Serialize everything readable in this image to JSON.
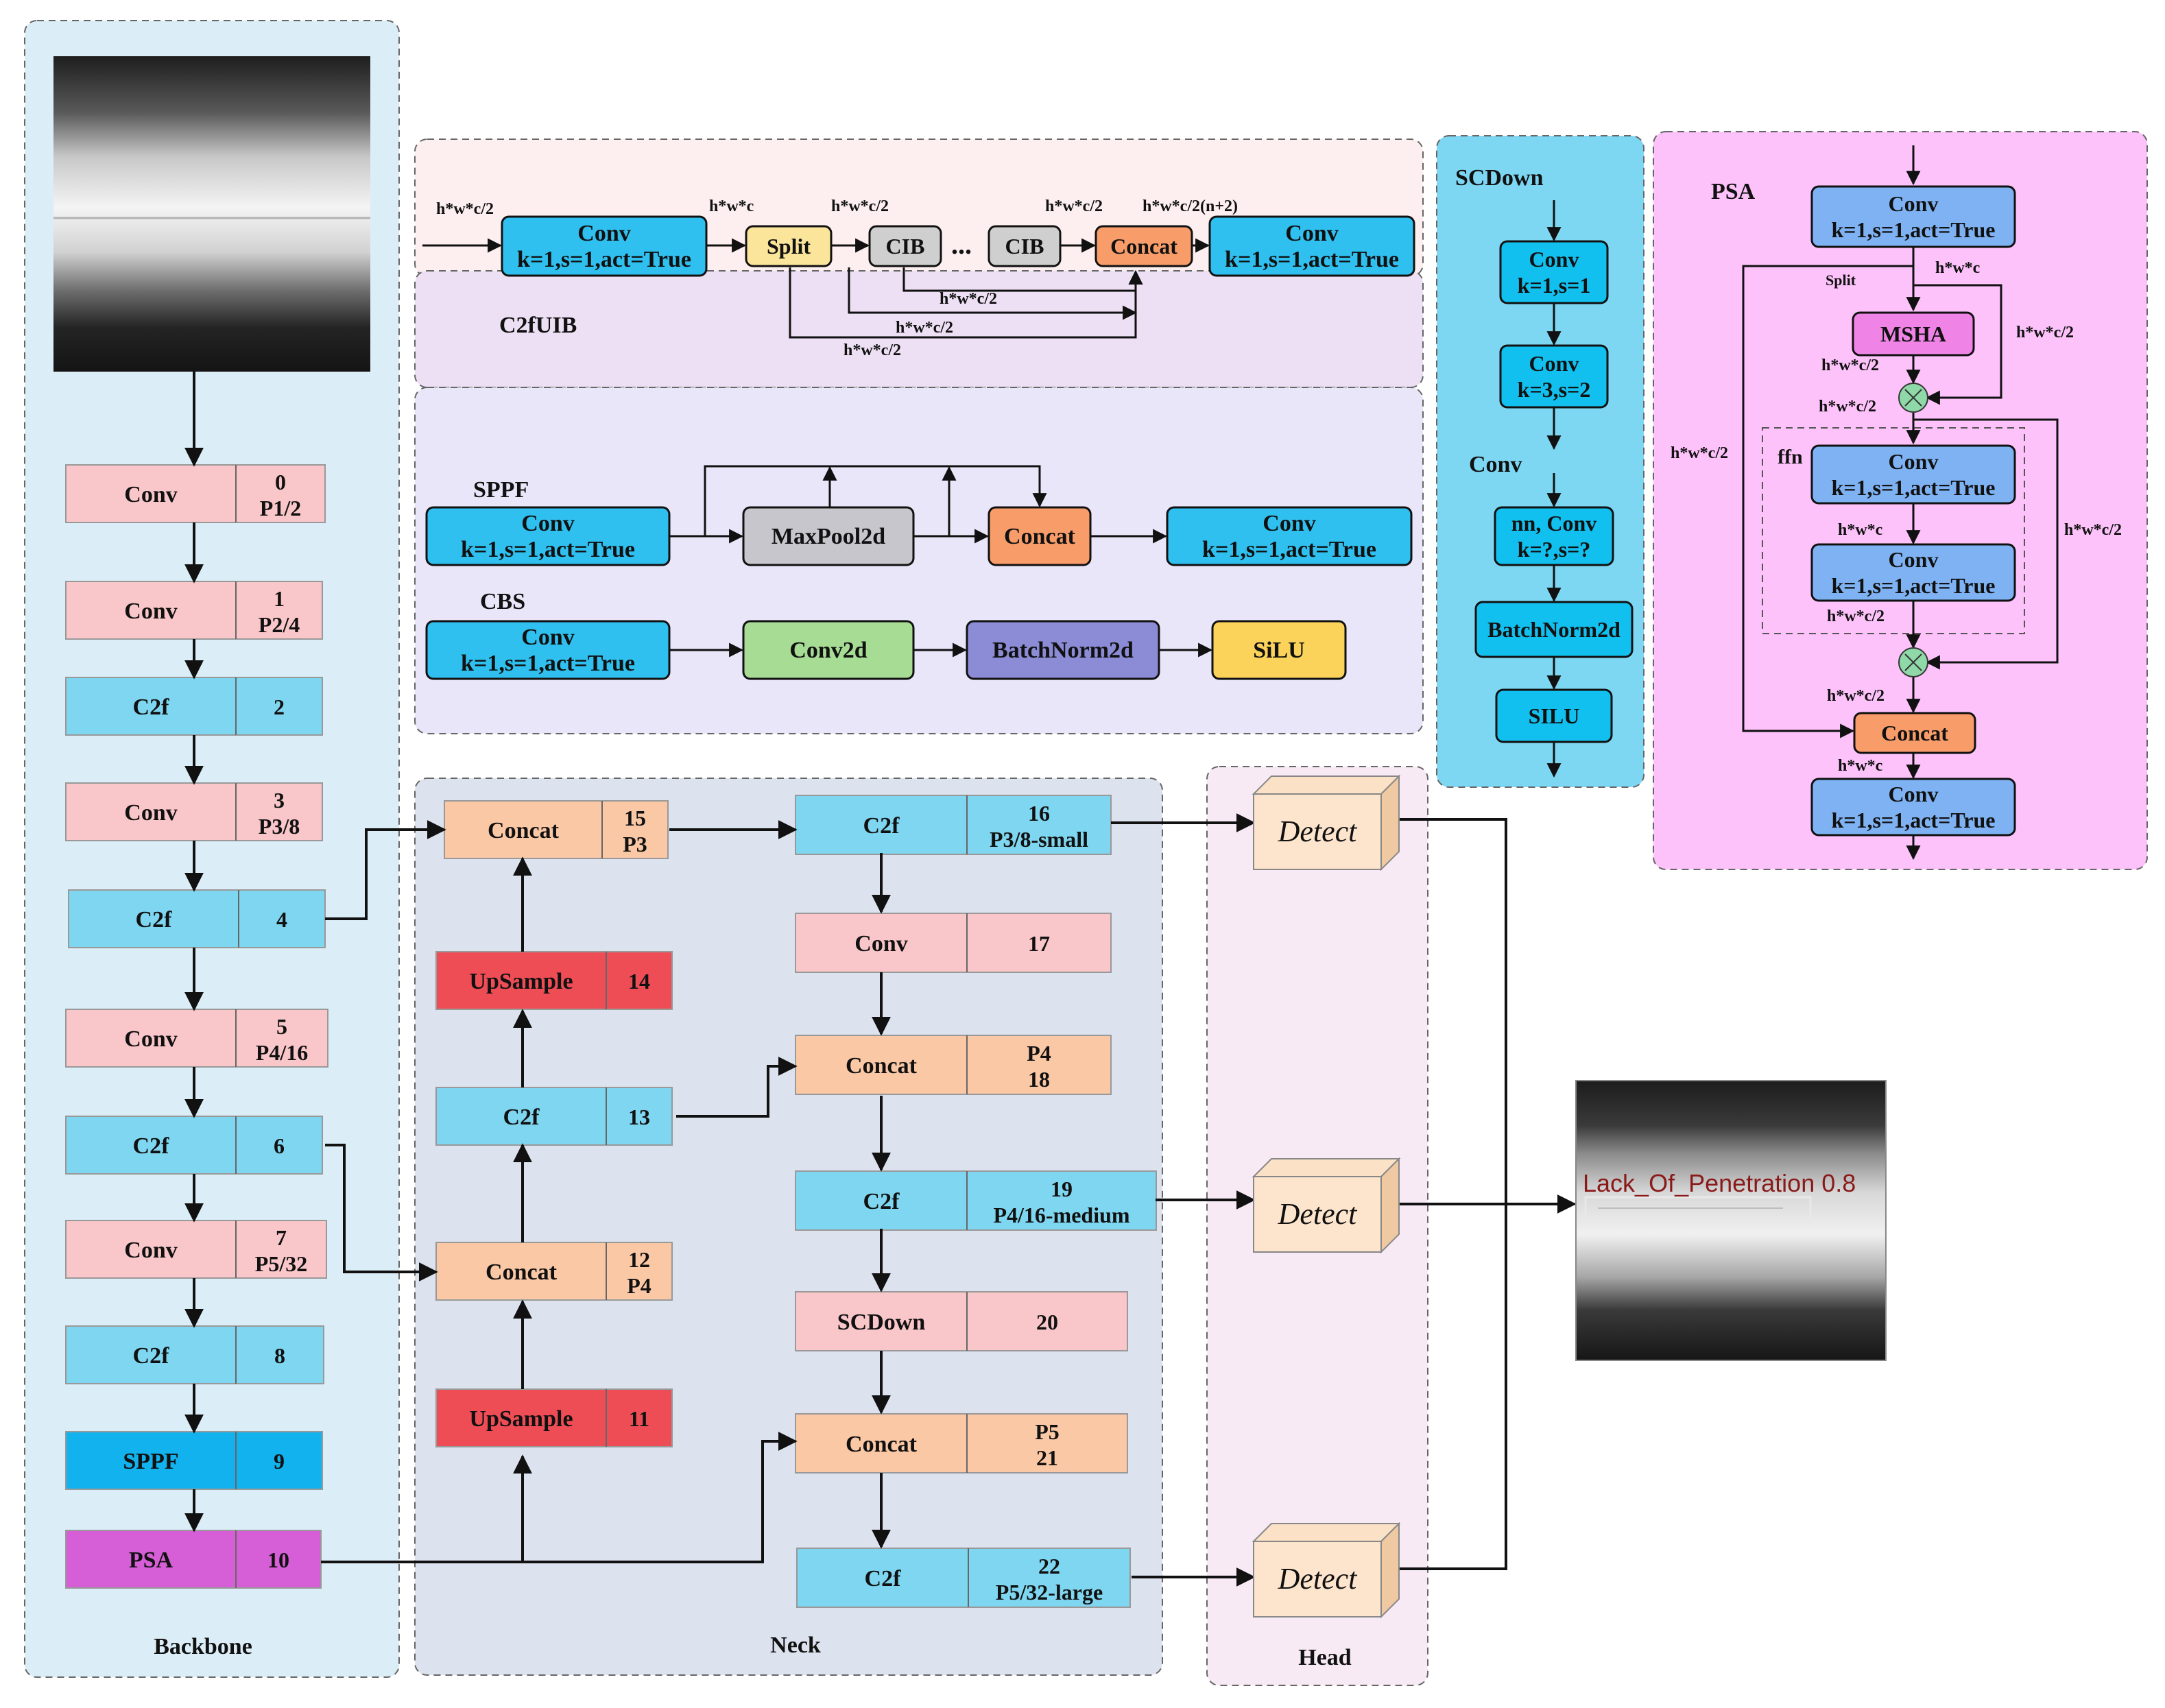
{
  "panels": {
    "backbone": "Backbone",
    "neck": "Neck",
    "head": "Head",
    "c2fuib": "C2fUIB",
    "sppf": "SPPF",
    "cbs": "CBS",
    "scdown": "SCDown",
    "scdown_conv": "Conv",
    "psa": "PSA",
    "ffn": "ffn"
  },
  "backbone": [
    {
      "name": "Conv",
      "idx": "0",
      "sub": "P1/2"
    },
    {
      "name": "Conv",
      "idx": "1",
      "sub": "P2/4"
    },
    {
      "name": "C2f",
      "idx": "2",
      "sub": ""
    },
    {
      "name": "Conv",
      "idx": "3",
      "sub": "P3/8"
    },
    {
      "name": "C2f",
      "idx": "4",
      "sub": ""
    },
    {
      "name": "Conv",
      "idx": "5",
      "sub": "P4/16"
    },
    {
      "name": "C2f",
      "idx": "6",
      "sub": ""
    },
    {
      "name": "Conv",
      "idx": "7",
      "sub": "P5/32"
    },
    {
      "name": "C2f",
      "idx": "8",
      "sub": ""
    },
    {
      "name": "SPPF",
      "idx": "9",
      "sub": ""
    },
    {
      "name": "PSA",
      "idx": "10",
      "sub": ""
    }
  ],
  "neck_left": [
    {
      "name": "Concat",
      "l1": "15",
      "l2": "P3"
    },
    {
      "name": "UpSample",
      "l1": "14",
      "l2": ""
    },
    {
      "name": "C2f",
      "l1": "13",
      "l2": ""
    },
    {
      "name": "Concat",
      "l1": "12",
      "l2": "P4"
    },
    {
      "name": "UpSample",
      "l1": "11",
      "l2": ""
    }
  ],
  "neck_right": [
    {
      "name": "C2f",
      "l1": "16",
      "l2": "P3/8-small"
    },
    {
      "name": "Conv",
      "l1": "17",
      "l2": ""
    },
    {
      "name": "Concat",
      "l1": "P4",
      "l2": "18"
    },
    {
      "name": "C2f",
      "l1": "19",
      "l2": "P4/16-medium"
    },
    {
      "name": "SCDown",
      "l1": "20",
      "l2": ""
    },
    {
      "name": "Concat",
      "l1": "P5",
      "l2": "21"
    },
    {
      "name": "C2f",
      "l1": "22",
      "l2": "P5/32-large"
    }
  ],
  "detect_label": "Detect",
  "c2fuib_blocks": {
    "conv1": [
      "Conv",
      "k=1,s=1,act=True"
    ],
    "split": "Split",
    "cib1": "CIB",
    "dots": "...",
    "cib2": "CIB",
    "concat": "Concat",
    "conv2": [
      "Conv",
      "k=1,s=1,act=True"
    ],
    "dims": [
      "h*w*c/2",
      "h*w*c",
      "h*w*c/2",
      "h*w*c/2",
      "h*w*c/2(n+2)",
      "h*w*c/2",
      "h*w*c/2",
      "h*w*c/2"
    ]
  },
  "sppf_blocks": {
    "conv1": [
      "Conv",
      "k=1,s=1,act=True"
    ],
    "maxpool": "MaxPool2d",
    "concat": "Concat",
    "conv2": [
      "Conv",
      "k=1,s=1,act=True"
    ]
  },
  "cbs_blocks": {
    "conv": [
      "Conv",
      "k=1,s=1,act=True"
    ],
    "conv2d": "Conv2d",
    "bn": "BatchNorm2d",
    "silu": "SiLU"
  },
  "scdown_blocks": {
    "conv1": [
      "Conv",
      "k=1,s=1"
    ],
    "conv2": [
      "Conv",
      "k=3,s=2"
    ],
    "nnconv": [
      "nn, Conv",
      "k=?,s=?"
    ],
    "bn": "BatchNorm2d",
    "silu": "SILU"
  },
  "psa_blocks": {
    "conv_top": [
      "Conv",
      "k=1,s=1,act=True"
    ],
    "split": "Split",
    "msha": "MSHA",
    "ffn_conv1": [
      "Conv",
      "k=1,s=1,act=True"
    ],
    "ffn_conv2": [
      "Conv",
      "k=1,s=1,act=True"
    ],
    "concat": "Concat",
    "conv_bottom": [
      "Conv",
      "k=1,s=1,act=True"
    ],
    "dims": [
      "h*w*c",
      "h*w*c/2",
      "h*w*c/2",
      "h*w*c/2",
      "h*w*c/2",
      "h*w*c",
      "h*w*c/2",
      "h*w*c/2",
      "h*w*c/2",
      "h*w*c"
    ]
  },
  "result": {
    "label": "Lack_Of_Penetration 0.8"
  },
  "colors": {
    "conv_pink": "#f9c6c9",
    "c2f_blue": "#7fd6f0",
    "sppf_blue": "#12b2ee",
    "psa_magenta": "#d65ed6",
    "concat_peach": "#fbc8a6",
    "upsample_red": "#ef4d55",
    "scdown_pink": "#f9c6c9",
    "backbone_bg": "#dbeef7",
    "neck_bg": "#dde2ef",
    "head_bg": "#f8eaf4",
    "c2fuib_bg": "#ede0f4",
    "sppf_bg": "#e9e6f9",
    "scdown_bg": "#7dd7f3",
    "psa_bg": "#fcc2f9"
  }
}
